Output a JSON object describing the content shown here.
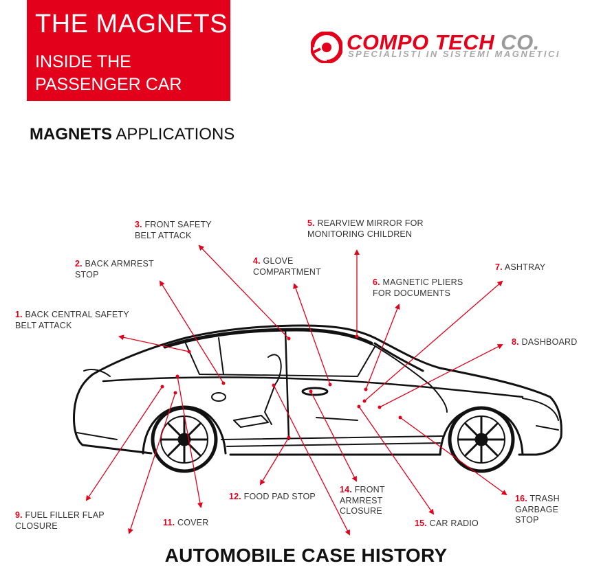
{
  "header": {
    "title": "THE MAGNETS",
    "subtitle": "INSIDE THE\nPASSENGER CAR"
  },
  "logo": {
    "brand": "COMPO TECH",
    "brand_suffix": "CO.",
    "tagline": "SPECIALISTI IN SISTEMI MAGNETICI"
  },
  "section": {
    "bold": "MAGNETS",
    "rest": " APPLICATIONS"
  },
  "colors": {
    "accent": "#e2001a",
    "gray": "#9a9a9a"
  },
  "labels": [
    {
      "num": "1.",
      "text": "BACK CENTRAL SAFETY\nBELT ATTACK"
    },
    {
      "num": "2.",
      "text": "BACK ARMREST\nSTOP"
    },
    {
      "num": "3.",
      "text": "FRONT SAFETY\nBELT ATTACK"
    },
    {
      "num": "4.",
      "text": "GLOVE\nCOMPARTMENT"
    },
    {
      "num": "5.",
      "text": "REARVIEW MIRROR FOR\nMONITORING CHILDREN"
    },
    {
      "num": "6.",
      "text": "MAGNETIC PLIERS\nFOR DOCUMENTS"
    },
    {
      "num": "7.",
      "text": "ASHTRAY"
    },
    {
      "num": "8.",
      "text": "DASHBOARD"
    },
    {
      "num": "9.",
      "text": "FUEL FILLER FLAP\nCLOSURE"
    },
    {
      "num": "11.",
      "text": "COVER"
    },
    {
      "num": "12.",
      "text": "FOOD PAD STOP"
    },
    {
      "num": "14.",
      "text": "FRONT\nARMREST\nCLOSURE"
    },
    {
      "num": "15.",
      "text": "CAR RADIO"
    },
    {
      "num": "16.",
      "text": "TRASH\nGARBAGE\nSTOP"
    }
  ],
  "footer": {
    "title": "AUTOMOBILE CASE HISTORY"
  }
}
